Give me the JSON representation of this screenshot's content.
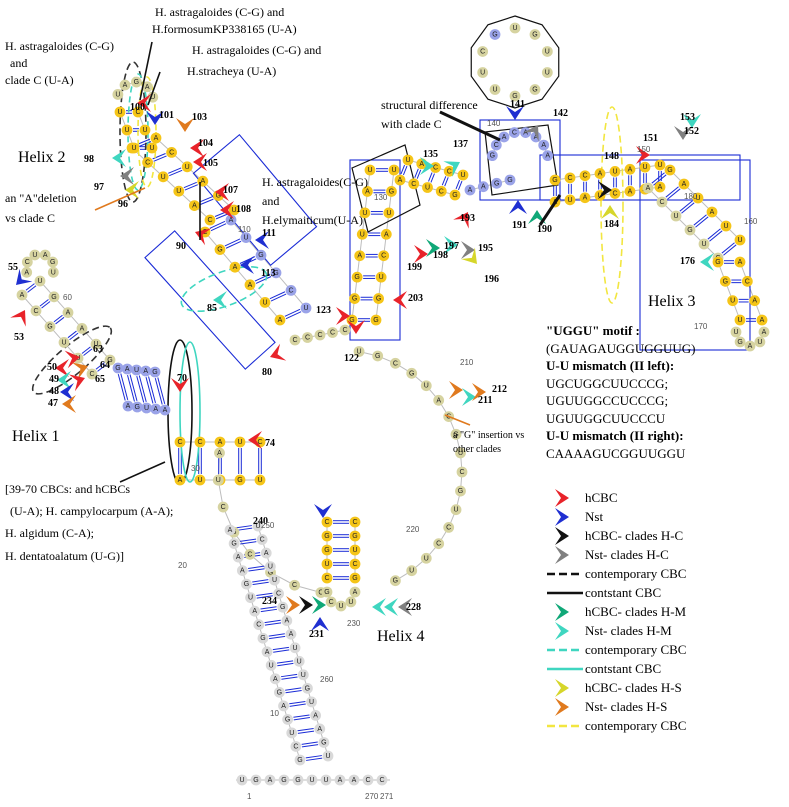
{
  "helices": {
    "h1": "Helix 1",
    "h2": "Helix 2",
    "h3": "Helix 3",
    "h4": "Helix 4"
  },
  "annotations": {
    "top_a1": "H. astragaloides (C-G) and",
    "top_a2": "H.formosumKP338165 (U-A)",
    "left_a1": "H. astragaloides (C-G)",
    "left_a2": "and",
    "left_a3": "clade C (U-A)",
    "right_a1": "H. astragaloides (C-G) and",
    "right_a2": "H.stracheya (U-A)",
    "deletion1": "an \"A\"deletion",
    "deletion2": "vs clade C",
    "mid_a1": "H. astragaloides(C-G)",
    "mid_a2": "and",
    "mid_a3": "H.elymaiticum(U-A)",
    "struct1": "structural difference",
    "struct2": "with clade C",
    "insert1": "a \"G\" insertion vs",
    "insert2": "other clades",
    "cbc1": "[39-70 CBCs: and hCBCs",
    "cbc2": "(U-A); H. campylocarpum (A-A);",
    "cbc3": "H. algidum (C-A);",
    "cbc4": "H. dentatoalatum (U-G)]"
  },
  "motif": {
    "title": "\"UGGU\" motif :",
    "seq": "(GAUAGAUGGUGGUUG)",
    "left_title": "U-U mismatch (II left):",
    "left_seqs": [
      "UGCUGGCUUCCCG;",
      "UGUUGGCCUCCCG;",
      "UGUUGGCUUCCCU"
    ],
    "right_title": "U-U mismatch (II right):",
    "right_seq": "CAAAAGUCGGUUGGU"
  },
  "legend": [
    {
      "label": "hCBC",
      "color": "#e8232a",
      "kind": "arrow"
    },
    {
      "label": "Nst",
      "color": "#1f2fd1",
      "kind": "arrow"
    },
    {
      "label": "hCBC- clades H-C",
      "color": "#111111",
      "kind": "arrow"
    },
    {
      "label": "Nst- clades H-C",
      "color": "#808080",
      "kind": "arrow"
    },
    {
      "label": "contemporary CBC",
      "color": "#111111",
      "kind": "dash"
    },
    {
      "label": "contstant CBC",
      "color": "#111111",
      "kind": "solid"
    },
    {
      "label": "hCBC- clades H-M",
      "color": "#10a878",
      "kind": "arrow"
    },
    {
      "label": "Nst- clades H-M",
      "color": "#3fd6c0",
      "kind": "arrow"
    },
    {
      "label": "contemporary CBC",
      "color": "#3fd6c0",
      "kind": "dash"
    },
    {
      "label": "contstant CBC",
      "color": "#3fd6c0",
      "kind": "solid"
    },
    {
      "label": "hCBC- clades H-S",
      "color": "#d6d62a",
      "kind": "arrow"
    },
    {
      "label": "Nst- clades H-S",
      "color": "#e07a1e",
      "kind": "arrow"
    },
    {
      "label": "contemporary CBC",
      "color": "#f2e640",
      "kind": "dash"
    }
  ],
  "site_labels": [
    "55",
    "53",
    "63",
    "64",
    "65",
    "50",
    "49",
    "48",
    "47",
    "70",
    "74",
    "98",
    "97",
    "96",
    "100",
    "101",
    "103",
    "104",
    "105",
    "107",
    "108",
    "90",
    "111",
    "113",
    "85",
    "80",
    "123",
    "122",
    "203",
    "199",
    "198",
    "197",
    "195",
    "196",
    "193",
    "191",
    "190",
    "135",
    "137",
    "141",
    "142",
    "151",
    "152",
    "153",
    "148",
    "184",
    "176",
    "211",
    "212",
    "240",
    "234",
    "228",
    "231"
  ],
  "position_labels": [
    "60",
    "30",
    "20",
    "10",
    "1",
    "270",
    "271",
    "250",
    "260",
    "110",
    "130",
    "140",
    "150",
    "160",
    "170",
    "180",
    "210",
    "220",
    "230"
  ],
  "nucleotides": {
    "top_ring": [
      "U",
      "G",
      "U",
      "U",
      "G",
      "G",
      "U",
      "U",
      "C",
      "G"
    ],
    "bottom_seq": [
      "U",
      "G",
      "A",
      "G",
      "G",
      "U",
      "U",
      "A",
      "A",
      "C",
      "C"
    ]
  },
  "colors": {
    "yellow_nt": "#f5c518",
    "olive_nt": "#d6d3a0",
    "blue_nt": "#9aa3e8",
    "grey_nt": "#d9d9d9",
    "pair_line": "#1a2bd6",
    "box_line": "#1a2bd6",
    "hCBC": "#e8232a",
    "Nst": "#1f2fd1"
  }
}
